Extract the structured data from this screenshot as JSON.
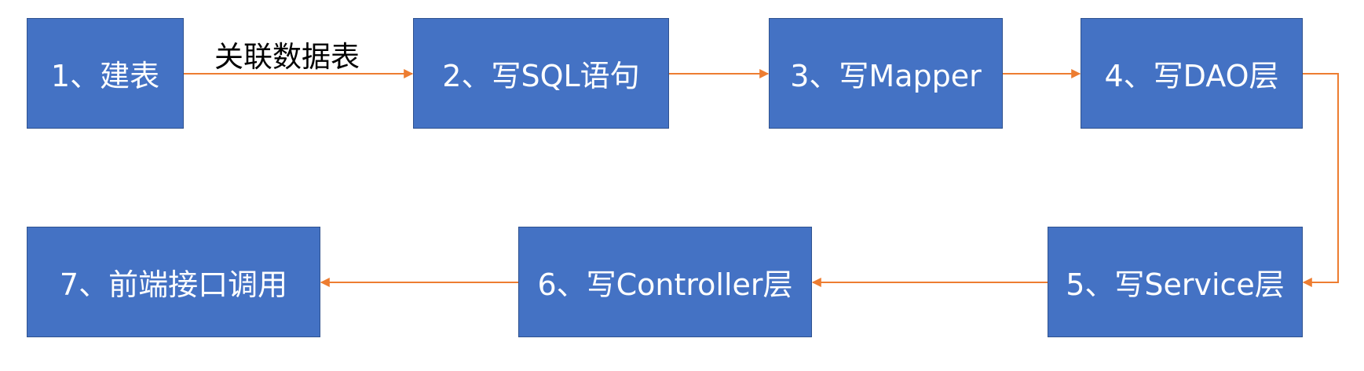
{
  "diagram": {
    "edge_color": "#ed7d31",
    "box_color": "#4472c4",
    "box_border_color": "#2f528f",
    "steps": [
      {
        "id": "1",
        "label": "1、建表"
      },
      {
        "id": "2",
        "label": "2、写SQL语句"
      },
      {
        "id": "3",
        "label": "3、写Mapper"
      },
      {
        "id": "4",
        "label": "4、写DAO层"
      },
      {
        "id": "5",
        "label": "5、写Service层"
      },
      {
        "id": "6",
        "label": "6、写Controller层"
      },
      {
        "id": "7",
        "label": "7、前端接口调用"
      }
    ],
    "edges": [
      {
        "from": "1",
        "to": "2",
        "label": "关联数据表"
      },
      {
        "from": "2",
        "to": "3"
      },
      {
        "from": "3",
        "to": "4"
      },
      {
        "from": "4",
        "to": "5"
      },
      {
        "from": "5",
        "to": "6"
      },
      {
        "from": "6",
        "to": "7"
      }
    ]
  }
}
